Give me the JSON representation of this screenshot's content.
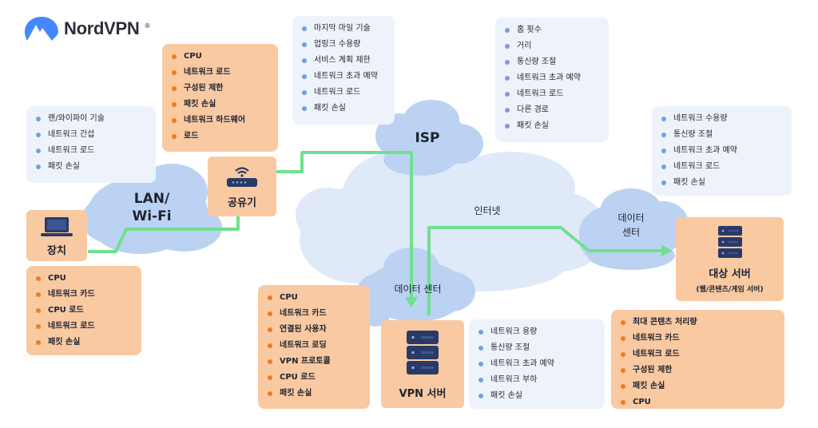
{
  "brand": {
    "name": "NordVPN"
  },
  "clouds": {
    "lan": "LAN/\nWi-Fi",
    "isp": "ISP",
    "internet": "인터넷",
    "dc_vpn": "데이터 센터",
    "dc_target": "데이터\n센터"
  },
  "nodes": {
    "device": "장치",
    "router": "공유기",
    "vpn_server": "VPN 서버",
    "target_server": "대상 서버",
    "target_server_sub": "(웹/콘텐츠/게임 서버)"
  },
  "panels": {
    "lan_blue": [
      "랜/와이파이 기술",
      "네트워크 간섭",
      "네트워크 로드",
      "패킷 손실"
    ],
    "router_orange": [
      "CPU",
      "네트워크 로드",
      "구성된 제한",
      "패킷 손실",
      "네트워크 하드웨어",
      "로드"
    ],
    "isp_blue": [
      "마지막 마일 기술",
      "업링크 수용량",
      "서비스 계획 제한",
      "네트워크 초과 예약",
      "네트워크 로드",
      "패킷 손실"
    ],
    "internet_blue": [
      "홉 횟수",
      "거리",
      "통신량 조절",
      "네트워크 초과 예약",
      "네트워크 로드",
      "다른 경로",
      "패킷 손실"
    ],
    "dc_blue": [
      "네트워크 수용량",
      "통신량 조절",
      "네트워크 초과 예약",
      "네트워크 로드",
      "패킷 손실"
    ],
    "device_orange": [
      "CPU",
      "네트워크 카드",
      "CPU 로드",
      "네트워크 로드",
      "패킷 손실"
    ],
    "vpn_orange": [
      "CPU",
      "네트워크 카드",
      "연결된 사용자",
      "네트워크 로딩",
      "VPN 프로토콜",
      "CPU 로드",
      "패킷 손실"
    ],
    "vpn_blue": [
      "네트워크 용량",
      "통신량 조절",
      "네트워크 초과 예약",
      "네트워크 부하",
      "패킷 손실"
    ],
    "target_orange": [
      "최대 콘텐츠 처리량",
      "네트워크 카드",
      "네트워크 로드",
      "구성된 제한",
      "패킷 손실",
      "CPU"
    ]
  },
  "colors": {
    "cloud": "#bcd2f2",
    "cloud_light": "#dfe9f8",
    "link": "#6fe08e",
    "orange_panel": "#f9c9a2",
    "orange_dot": "#f07a25",
    "blue_panel": "#eef3fb",
    "blue_dot": "#7b9be0",
    "brand_blue": "#4687ff"
  },
  "icons": {
    "brand": "nordvpn-mountain-icon",
    "device": "laptop-icon",
    "router": "router-icon",
    "vpn_server": "server-rack-icon",
    "target_server": "server-rack-icon"
  }
}
